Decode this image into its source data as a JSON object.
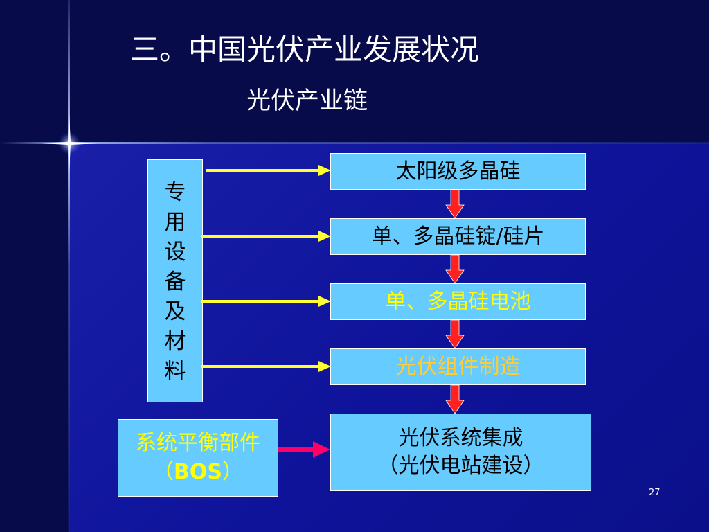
{
  "title": "三。中国光伏产业发展状况",
  "subtitle": "光伏产业链",
  "equipment_box": {
    "chars": [
      "专",
      "用",
      "设",
      "备",
      "及",
      "材",
      "料"
    ]
  },
  "stages": [
    {
      "label": "太阳级多晶硅"
    },
    {
      "label": "单、多晶硅锭/硅片"
    },
    {
      "label": "单、多晶硅电池"
    },
    {
      "label": "光伏组件制造"
    }
  ],
  "system": {
    "line1": "光伏系统集成",
    "line2": "（光伏电站建设）"
  },
  "bos": {
    "line1": "系统平衡部件",
    "line2": "（BOS）"
  },
  "page_number": "27",
  "colors": {
    "box_fill": "#66ccff",
    "black_text": "#000000",
    "yellow_text": "#ffff00",
    "gold_text": "#ffcc33",
    "yellow_arrow": "#ffff33",
    "red_arrow": "#ff2020",
    "pink_arrow": "#ff0066"
  }
}
